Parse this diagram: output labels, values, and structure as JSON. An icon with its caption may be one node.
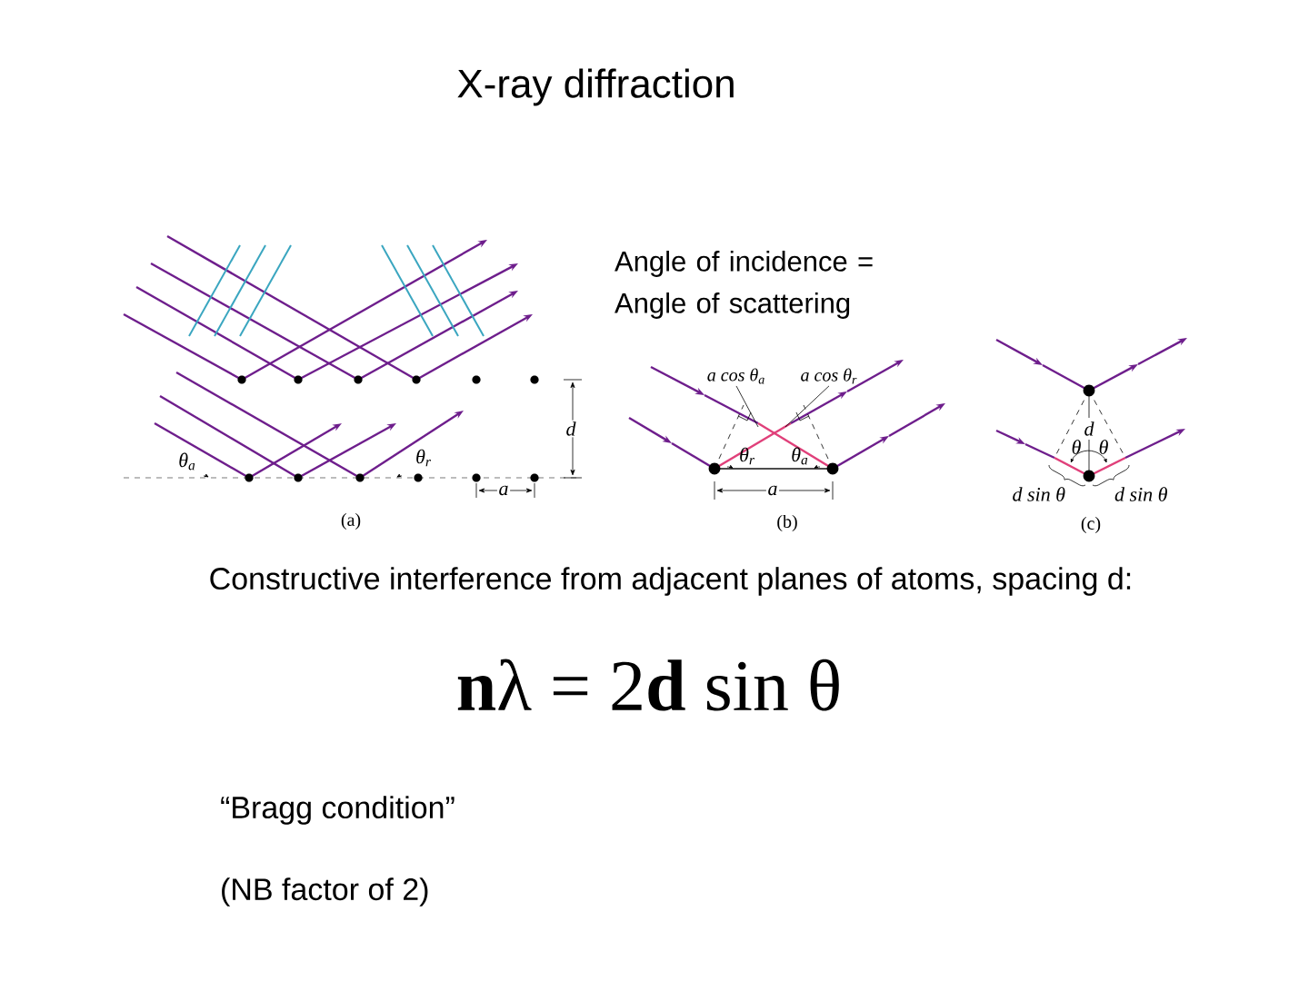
{
  "diagram": {
    "title": "X-ray diffraction",
    "nodes": [
      {
        "text": [
          "a cos θ$_{a}$"
        ]
      },
      {
        "text": [
          "a cos θ$_{r}$"
        ]
      }
    ],
    "edges": [
      {
        "from": 0,
        "to": null,
        "arrow": "none"
      },
      {
        "from": 1,
        "to": null,
        "arrow": "none"
      }
    ],
    "labels": [
      "Angle of incidence = Angle of scattering",
      "d",
      "θ$_{a}$",
      "θ$_{r}$",
      "d",
      "θ",
      "θ",
      "θ$_{r}$",
      "θ$_{a}$",
      "a",
      "a",
      "d sin θ",
      "d sin θ",
      "(a)",
      "(b)",
      "(c)",
      "Constructive interference from adjacent planes of atoms, spacing d:",
      "**n**λ = 2**d** sin θ",
      "“Bragg condition”",
      "(NB factor of 2)"
    ]
  }
}
